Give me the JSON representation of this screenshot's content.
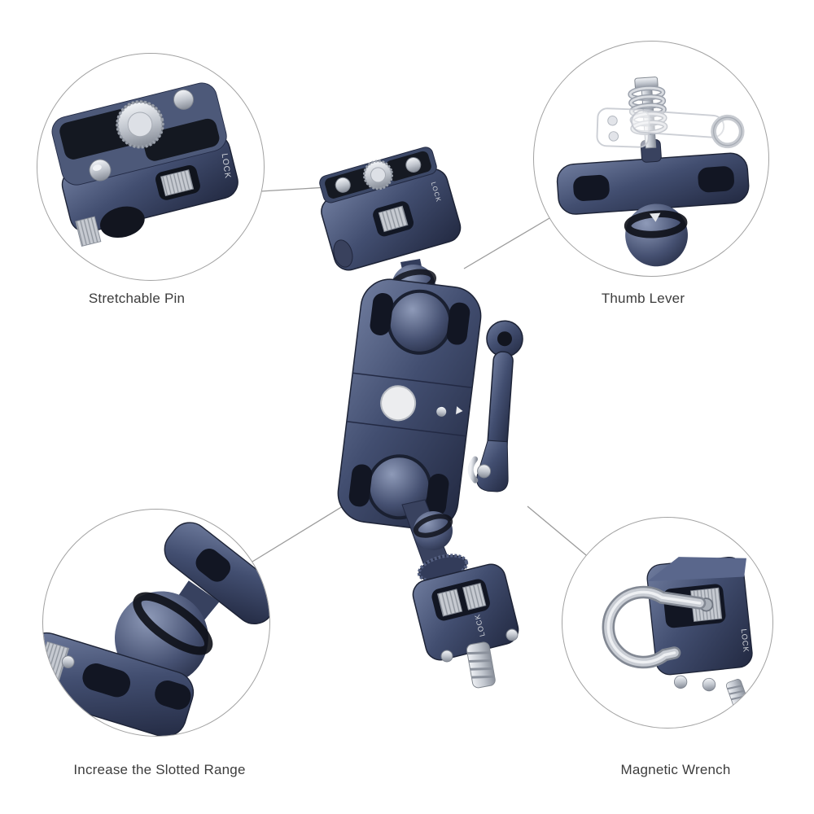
{
  "callouts": [
    {
      "id": "stretchable-pin",
      "label": "Stretchable Pin"
    },
    {
      "id": "thumb-lever",
      "label": "Thumb Lever"
    },
    {
      "id": "increase-slotted-range",
      "label": "Increase the Slotted Range"
    },
    {
      "id": "magnetic-wrench",
      "label": "Magnetic Wrench"
    }
  ],
  "product": {
    "lock_label": "LOCK"
  },
  "colors": {
    "body_navy": "#424e70",
    "body_navy_dark": "#232a42",
    "metal_silver": "#c2c7cf",
    "rubber_black": "#121623",
    "callout_ring": "#a2a2a2",
    "leader_line": "#9b9b9b",
    "label_text": "#3c3c3c",
    "background": "#ffffff"
  }
}
